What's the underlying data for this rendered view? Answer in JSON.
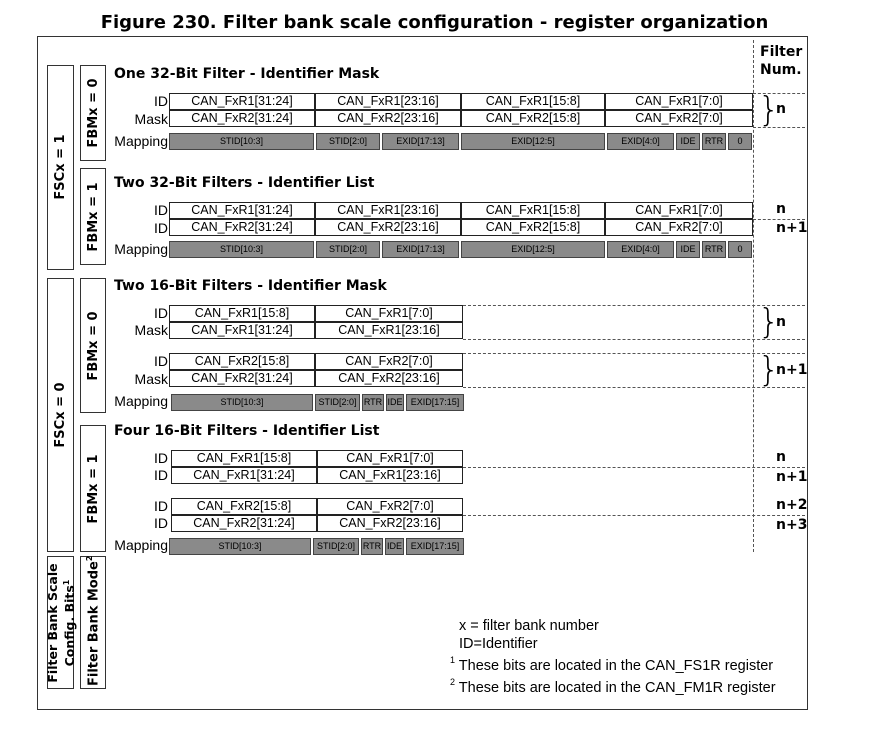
{
  "title": "Figure 230. Filter bank scale configuration - register organization",
  "filter_num_header": [
    "Filter",
    "Num."
  ],
  "side": {
    "fscx1": "FSCx = 1",
    "fscx0": "FSCx = 0",
    "fbm_a": "FBMx = 0",
    "fbm_b": "FBMx = 1",
    "fbm_c": "FBMx = 0",
    "fbm_d": "FBMx = 1",
    "scale_label_1": "Filter Bank Scale",
    "scale_label_2": "Config. Bits",
    "scale_sup": "1",
    "mode_label": "Filter Bank Mode",
    "mode_sup": "2"
  },
  "labels": {
    "id": "ID",
    "mask": "Mask",
    "mapping": "Mapping"
  },
  "sections": {
    "s1": {
      "title": "One 32-Bit Filter - Identifier Mask",
      "row1": [
        "CAN_FxR1[31:24]",
        "CAN_FxR1[23:16]",
        "CAN_FxR1[15:8]",
        "CAN_FxR1[7:0]"
      ],
      "row2": [
        "CAN_FxR2[31:24]",
        "CAN_FxR2[23:16]",
        "CAN_FxR2[15:8]",
        "CAN_FxR2[7:0]"
      ],
      "map": [
        "STID[10:3]",
        "STID[2:0]",
        "EXID[17:13]",
        "EXID[12:5]",
        "EXID[4:0]",
        "IDE",
        "RTR",
        "0"
      ],
      "num": [
        "n"
      ]
    },
    "s2": {
      "title": "Two 32-Bit Filters - Identifier List",
      "row1": [
        "CAN_FxR1[31:24]",
        "CAN_FxR1[23:16]",
        "CAN_FxR1[15:8]",
        "CAN_FxR1[7:0]"
      ],
      "row2": [
        "CAN_FxR2[31:24]",
        "CAN_FxR2[23:16]",
        "CAN_FxR2[15:8]",
        "CAN_FxR2[7:0]"
      ],
      "map": [
        "STID[10:3]",
        "STID[2:0]",
        "EXID[17:13]",
        "EXID[12:5]",
        "EXID[4:0]",
        "IDE",
        "RTR",
        "0"
      ],
      "num": [
        "n",
        "n+1"
      ]
    },
    "s3": {
      "title": "Two 16-Bit Filters - Identifier Mask",
      "a1": [
        "CAN_FxR1[15:8]",
        "CAN_FxR1[7:0]"
      ],
      "a2": [
        "CAN_FxR1[31:24]",
        "CAN_FxR1[23:16]"
      ],
      "b1": [
        "CAN_FxR2[15:8]",
        "CAN_FxR2[7:0]"
      ],
      "b2": [
        "CAN_FxR2[31:24]",
        "CAN_FxR2[23:16]"
      ],
      "map": [
        "STID[10:3]",
        "STID[2:0]",
        "RTR",
        "IDE",
        "EXID[17:15]"
      ],
      "num": [
        "n",
        "n+1"
      ]
    },
    "s4": {
      "title": "Four 16-Bit Filters - Identifier List",
      "a1": [
        "CAN_FxR1[15:8]",
        "CAN_FxR1[7:0]"
      ],
      "a2": [
        "CAN_FxR1[31:24]",
        "CAN_FxR1[23:16]"
      ],
      "b1": [
        "CAN_FxR2[15:8]",
        "CAN_FxR2[7:0]"
      ],
      "b2": [
        "CAN_FxR2[31:24]",
        "CAN_FxR2[23:16]"
      ],
      "map": [
        "STID[10:3]",
        "STID[2:0]",
        "RTR",
        "IDE",
        "EXID[17:15]"
      ],
      "num": [
        "n",
        "n+1",
        "n+2",
        "n+3"
      ]
    }
  },
  "notes": {
    "x": "x = filter bank number",
    "id": "ID=Identifier",
    "fn1_mark": "1",
    "fn1": "These bits are located in the CAN_FS1R register",
    "fn2_mark": "2",
    "fn2": "These bits are located in the CAN_FM1R register"
  }
}
